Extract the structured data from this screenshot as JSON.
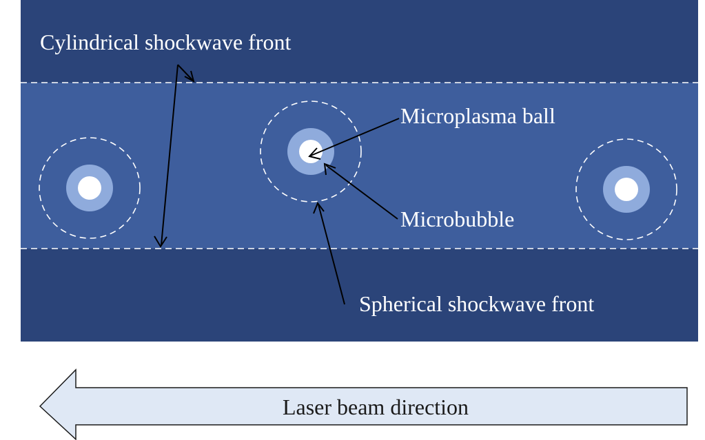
{
  "labels": {
    "cylindrical": "Cylindrical shockwave front",
    "microplasma": "Microplasma ball",
    "microbubble": "Microbubble",
    "spherical": "Spherical shockwave front",
    "laser": "Laser beam direction"
  },
  "colors": {
    "outer_water": "#2b4479",
    "channel": "#3e5e9d",
    "bubble": "#8fabdc",
    "plasma": "#ffffff",
    "arrow_fill": "#dfe8f5"
  },
  "icons": {
    "laser_arrow": "left-block-arrow-icon"
  }
}
